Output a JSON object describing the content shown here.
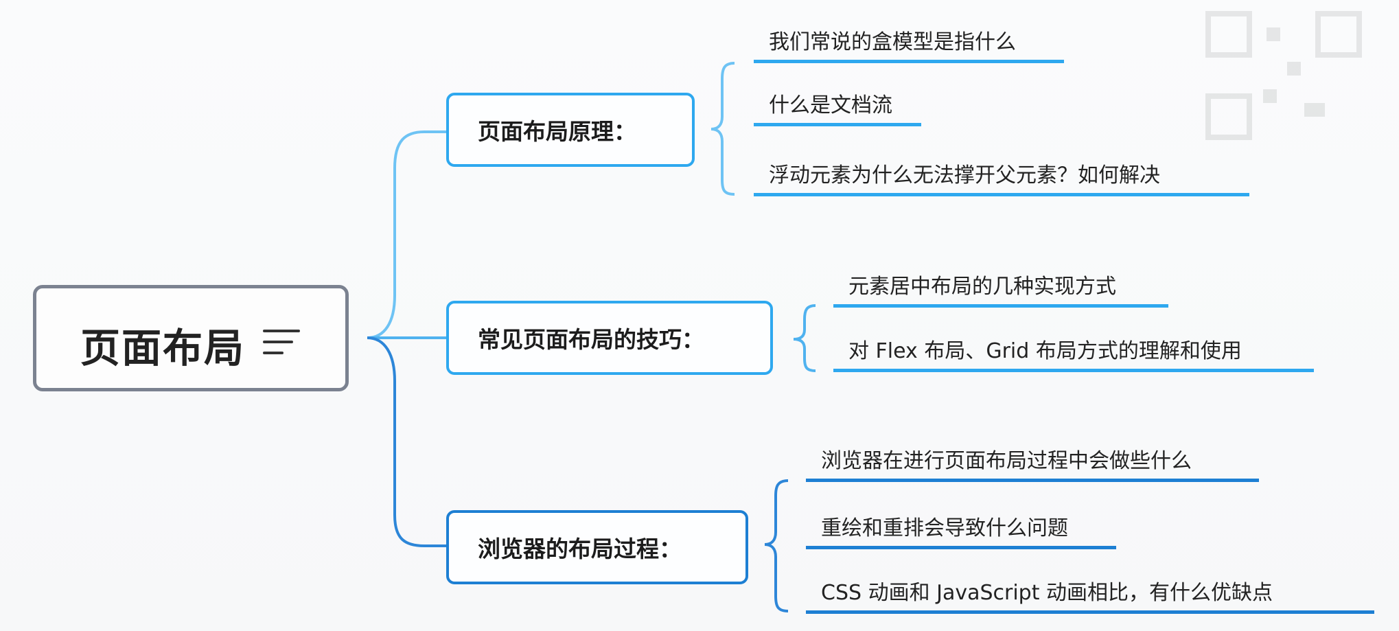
{
  "root": {
    "label": "页面布局",
    "icon": "menu-lines-icon"
  },
  "branches": [
    {
      "label": "页面布局原理：",
      "color": "#2ea8ef",
      "leaves": [
        "我们常说的盒模型是指什么",
        "什么是文档流",
        "浮动元素为什么无法撑开父元素？如何解决"
      ]
    },
    {
      "label": "常见页面布局的技巧：",
      "color": "#2ea8ef",
      "leaves": [
        "元素居中布局的几种实现方式",
        "对 Flex 布局、Grid 布局方式的理解和使用"
      ]
    },
    {
      "label": "浏览器的布局过程：",
      "color": "#1d7fd3",
      "leaves": [
        "浏览器在进行页面布局过程中会做些什么",
        "重绘和重排会导致什么问题",
        "CSS 动画和 JavaScript 动画相比，有什么优缺点"
      ]
    }
  ]
}
